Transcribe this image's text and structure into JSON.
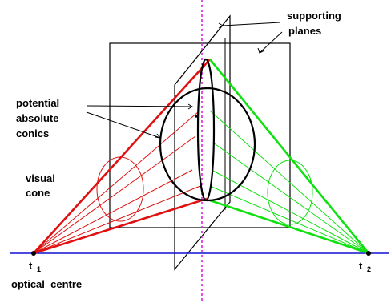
{
  "labels": {
    "supporting_1": "supporting",
    "supporting_2": "planes",
    "potential_1": "potential",
    "potential_2": "absolute",
    "potential_3": "conics",
    "visual_1": "visual",
    "visual_2": "cone",
    "t1_base": "t",
    "t1_sub": "1",
    "t2_base": "t",
    "t2_sub": "2",
    "optical_centre": "optical  centre"
  },
  "colors": {
    "left_cone": "#e01010",
    "right_cone": "#10e010",
    "baseline": "#1010d0",
    "axis": "#e020e0",
    "line": "#000000"
  }
}
